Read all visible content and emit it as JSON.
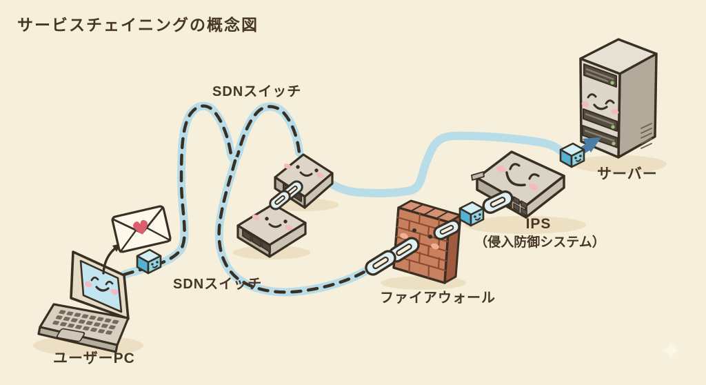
{
  "title": "サービスチェイニングの概念図",
  "nodes": {
    "user_pc": {
      "label": "ユーザーPC"
    },
    "sdn_switch_top": {
      "label": "SDNスイッチ"
    },
    "sdn_switch_bottom": {
      "label": "SDNスイッチ"
    },
    "firewall": {
      "label": "ファイアウォール"
    },
    "ips": {
      "label": "IPS",
      "sublabel": "（侵入防御システム）"
    },
    "server": {
      "label": "サーバー"
    }
  },
  "icons": {
    "sparkle": "✦"
  },
  "colors": {
    "background": "#f6efdb",
    "ink": "#3a2f23",
    "label_text": "#473626",
    "route_blue": "#b8dde9",
    "packet_blue_light": "#8ed4e8",
    "packet_blue_dark": "#53b1d2",
    "flow_arrow_blue": "#4a7da8",
    "brick_orange": "#c8805e",
    "brick_mortar": "#8a4b31",
    "cheek_pink": "#f5b9c0",
    "led_green": "#9fc57d"
  }
}
